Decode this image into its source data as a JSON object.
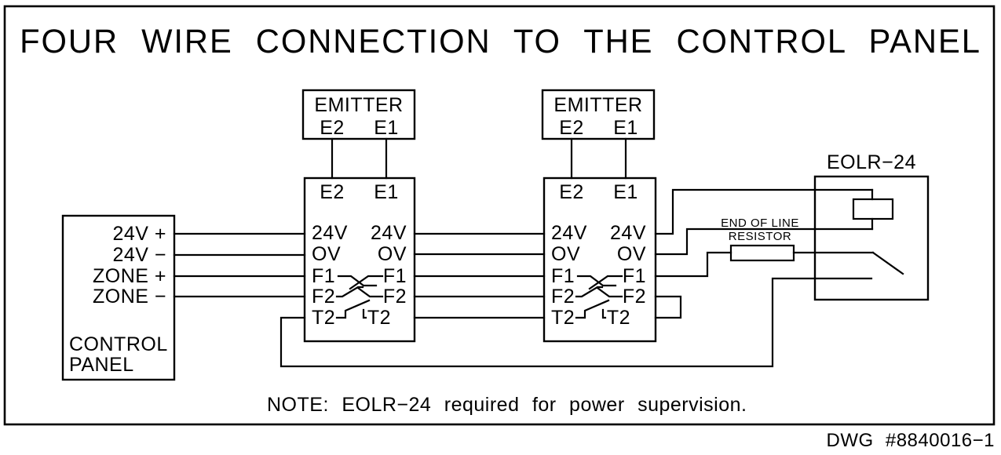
{
  "title": "FOUR WIRE CONNECTION TO THE CONTROL PANEL",
  "control_panel": {
    "name_lines": [
      "CONTROL",
      "PANEL"
    ],
    "terminals": [
      "24V +",
      "24V −",
      "ZONE +",
      "ZONE −"
    ]
  },
  "units": [
    {
      "emitter": {
        "title": "EMITTER",
        "terminals": [
          "E2",
          "E1"
        ]
      },
      "receiver": {
        "top_terminals": [
          "E2",
          "E1"
        ],
        "left_terminals": [
          "24V",
          "OV",
          "F1",
          "F2",
          "T2"
        ],
        "right_terminals": [
          "24V",
          "OV",
          "F1",
          "F2",
          "T2"
        ]
      }
    },
    {
      "emitter": {
        "title": "EMITTER",
        "terminals": [
          "E2",
          "E1"
        ]
      },
      "receiver": {
        "top_terminals": [
          "E2",
          "E1"
        ],
        "left_terminals": [
          "24V",
          "OV",
          "F1",
          "F2",
          "T2"
        ],
        "right_terminals": [
          "24V",
          "OV",
          "F1",
          "F2",
          "T2"
        ]
      }
    }
  ],
  "eolr": {
    "title": "EOLR−24",
    "caption_lines": [
      "END OF LINE",
      "RESISTOR"
    ]
  },
  "note": "NOTE: EOLR−24 required for power supervision.",
  "dwg": "DWG #8840016−1",
  "colors": {
    "line": "#000000",
    "background": "#ffffff"
  }
}
